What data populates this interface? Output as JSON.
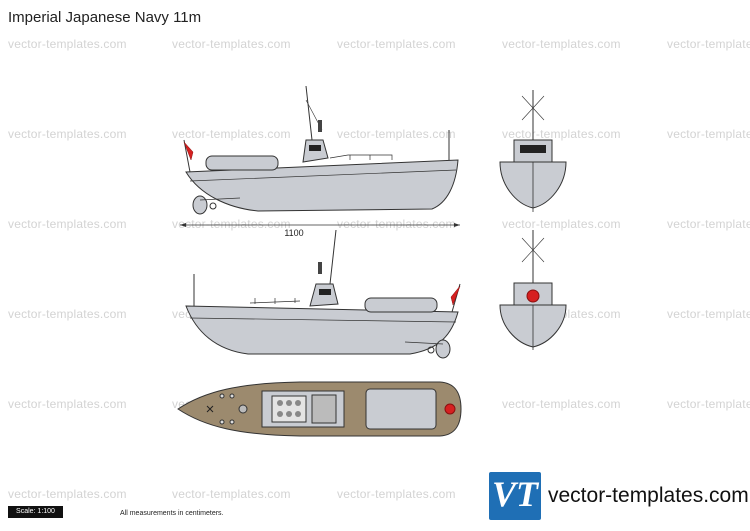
{
  "title": "Imperial Japanese Navy 11m",
  "watermark": "vector-templates.com",
  "dimension_label": "1100",
  "scale_label": "Scale: 1:100",
  "note": "All measurements in centimeters.",
  "brand": {
    "logo_text": "VT",
    "text": "vector-templates.com",
    "logo_color": "#1f6fb5"
  },
  "colors": {
    "hull": "#c9ccd2",
    "deck": "#9c8a6e",
    "outline": "#333333",
    "flag": "#d62020"
  }
}
